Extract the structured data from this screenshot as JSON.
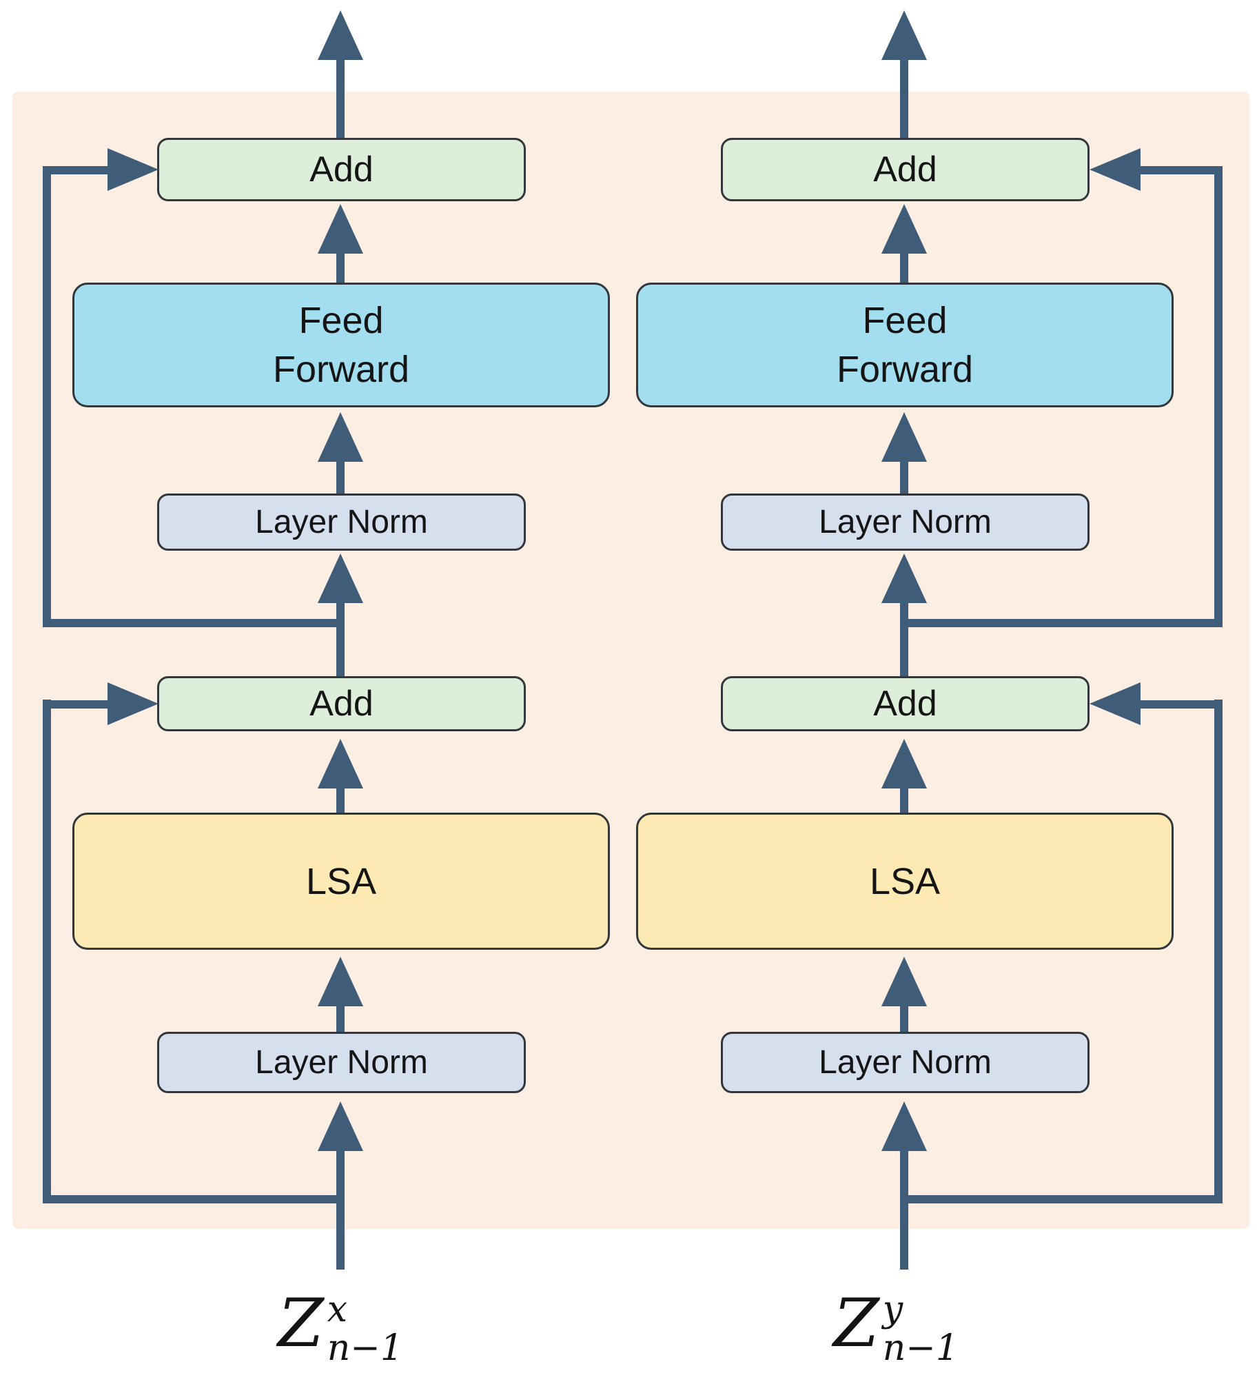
{
  "figure": {
    "description": "Two-stream transformer encoder block diagram",
    "colors": {
      "panel-bg": "#fdeee4",
      "line": "#3f5d78",
      "add-fill": "#ddefdb",
      "feed-forward-fill": "#a2ddf0",
      "layer-norm-fill": "#d5dfee",
      "lsa-fill": "#fde9b3",
      "box-border": "#33373b",
      "text": "#151515"
    },
    "columns": [
      {
        "stream": "x",
        "input_label": {
          "base": "Z",
          "sup": "x",
          "sub": "n−1"
        },
        "blocks": {
          "add_top": "Add",
          "feed_forward": "Feed\nForward",
          "layer_norm_upper": "Layer Norm",
          "add_mid": "Add",
          "lsa": "LSA",
          "layer_norm_lower": "Layer Norm"
        }
      },
      {
        "stream": "y",
        "input_label": {
          "base": "Z",
          "sup": "y",
          "sub": "n−1"
        },
        "blocks": {
          "add_top": "Add",
          "feed_forward": "Feed\nForward",
          "layer_norm_upper": "Layer Norm",
          "add_mid": "Add",
          "lsa": "LSA",
          "layer_norm_lower": "Layer Norm"
        }
      }
    ]
  }
}
